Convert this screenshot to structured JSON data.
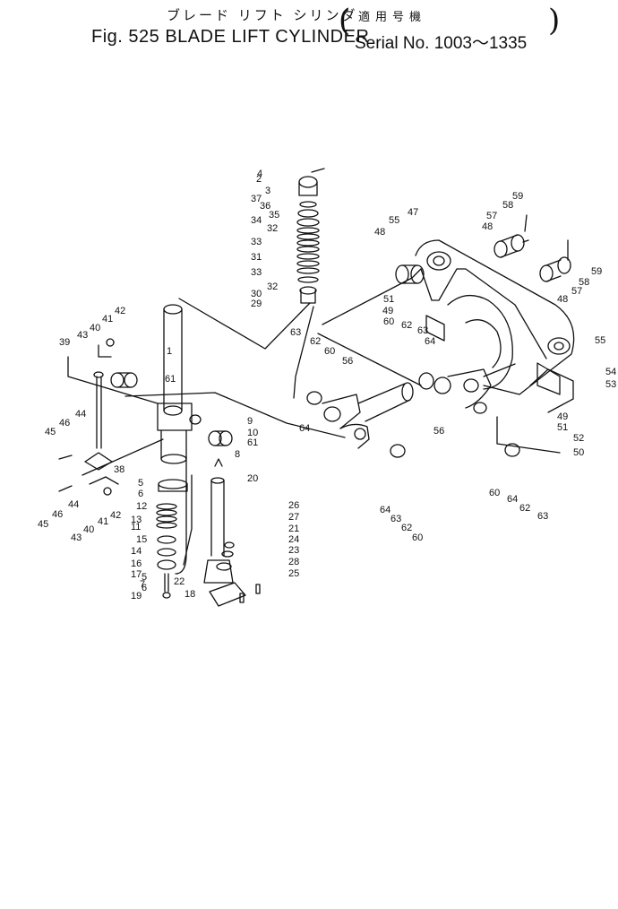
{
  "title": {
    "japanese": "ブレード リフト シリンダ",
    "figure": "Fig. 525",
    "name": "BLADE LIFT CYLINDER",
    "applicable_jp": "適用号機",
    "serial": "Serial No. 1003～1335"
  },
  "callouts": {
    "c1": "1",
    "c2": "2",
    "c3": "3",
    "c4": "4",
    "c5a": "5",
    "c5b": "5",
    "c6a": "6",
    "c6b": "6",
    "c7": "7",
    "c8": "8",
    "c9": "9",
    "c10": "10",
    "c11": "11",
    "c12": "12",
    "c13": "13",
    "c14": "14",
    "c15": "15",
    "c16": "16",
    "c17": "17",
    "c18": "18",
    "c19": "19",
    "c20": "20",
    "c21": "21",
    "c22": "22",
    "c23": "23",
    "c24": "24",
    "c25": "25",
    "c26": "26",
    "c27": "27",
    "c28": "28",
    "c29": "29",
    "c30": "30",
    "c31": "31",
    "c32a": "32",
    "c32b": "32",
    "c33a": "33",
    "c33b": "33",
    "c34": "34",
    "c35": "35",
    "c36": "36",
    "c37": "37",
    "c38": "38",
    "c39": "39",
    "c40a": "40",
    "c40b": "40",
    "c41a": "41",
    "c41b": "41",
    "c42a": "42",
    "c42b": "42",
    "c43a": "43",
    "c43b": "43",
    "c44a": "44",
    "c44b": "44",
    "c45a": "45",
    "c45b": "45",
    "c46a": "46",
    "c46b": "46",
    "c47": "47",
    "c48a": "48",
    "c48b": "48",
    "c48c": "48",
    "c49a": "49",
    "c49b": "49",
    "c50": "50",
    "c51a": "51",
    "c51b": "51",
    "c52": "52",
    "c53": "53",
    "c54": "54",
    "c55a": "55",
    "c55b": "55",
    "c56a": "56",
    "c56b": "56",
    "c57a": "57",
    "c57b": "57",
    "c58a": "58",
    "c58b": "58",
    "c59a": "59",
    "c59b": "59",
    "c60a": "60",
    "c60b": "60",
    "c60c": "60",
    "c60d": "60",
    "c61a": "61",
    "c61b": "61",
    "c62a": "62",
    "c62b": "62",
    "c62c": "62",
    "c62d": "62",
    "c63a": "63",
    "c63b": "63",
    "c63c": "63",
    "c63d": "63",
    "c64a": "64",
    "c64b": "64",
    "c64c": "64",
    "c64d": "64"
  }
}
